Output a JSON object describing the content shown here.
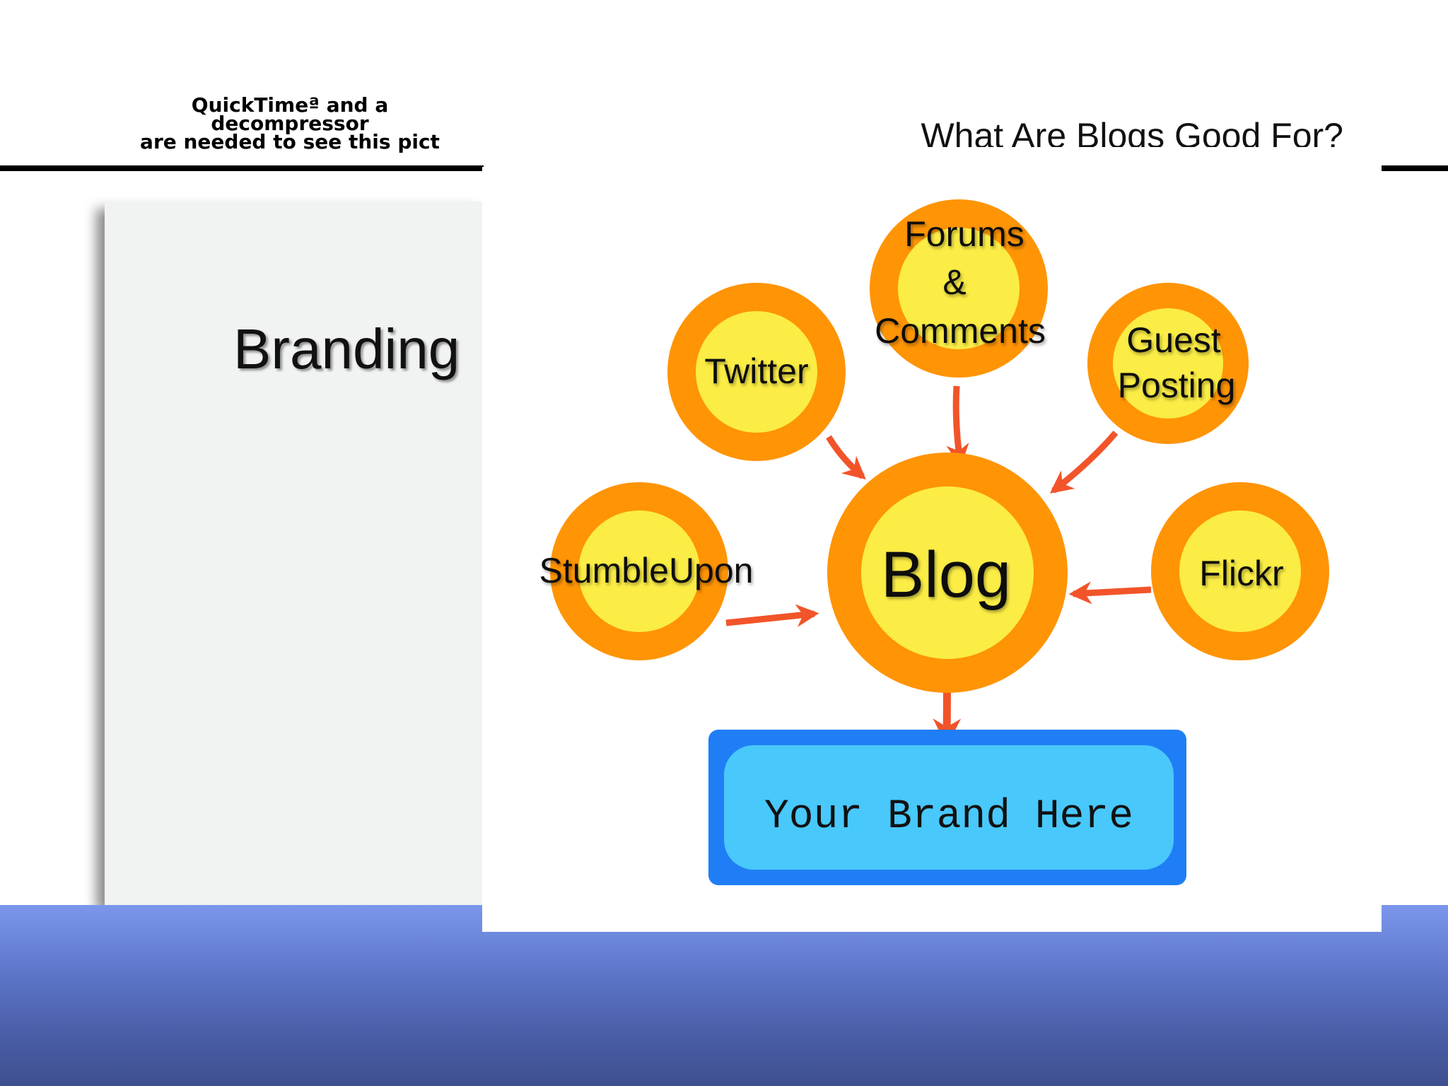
{
  "quicktime_notice": {
    "line1": "QuickTimeª and a",
    "line2": "decompressor",
    "line3": "are needed to see this pict"
  },
  "slide": {
    "title": "What Are Blogs Good For?",
    "panel_heading": "Branding"
  },
  "diagram": {
    "center": "Blog",
    "sources": {
      "forums": [
        "Forums",
        "&",
        "Comments"
      ],
      "twitter": [
        "Twitter"
      ],
      "guest": [
        "Guest",
        "Posting"
      ],
      "stumbleupon": [
        "StumbleUpon"
      ],
      "flickr": [
        "Flickr"
      ]
    },
    "output": "Your Brand Here"
  },
  "colors": {
    "circle_outer": "#ff9405",
    "circle_inner": "#fbed45",
    "arrow": "#f2542a",
    "brand_box_outer": "#1f7ef5",
    "brand_box_inner": "#48c8fb",
    "band_top": "#7b96ec",
    "band_bottom": "#3e4f8e"
  }
}
